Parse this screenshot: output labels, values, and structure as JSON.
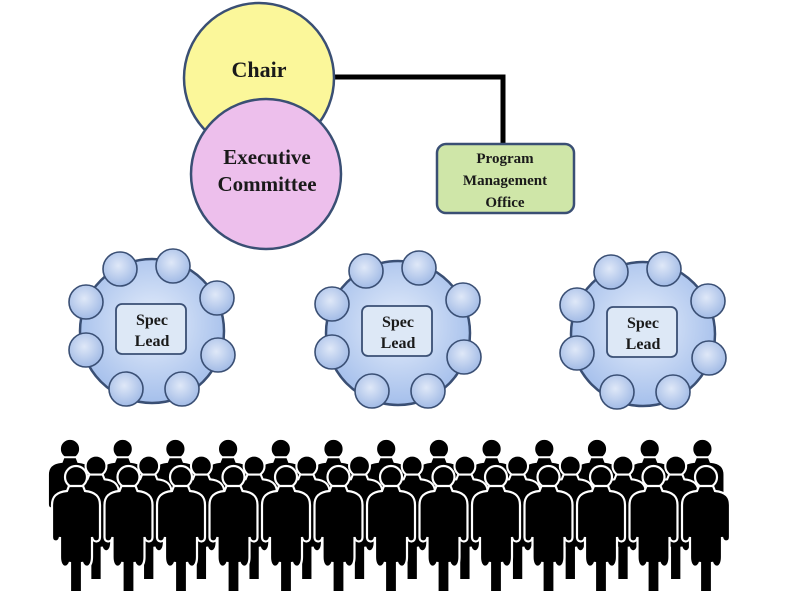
{
  "leadership": {
    "chair": "Chair",
    "executive_line1": "Executive",
    "executive_line2": "Committee",
    "pmo_line1": "Program",
    "pmo_line2": "Management",
    "pmo_line3": "Office"
  },
  "spec_groups": [
    {
      "line1": "Spec",
      "line2": "Lead"
    },
    {
      "line1": "Spec",
      "line2": "Lead"
    },
    {
      "line1": "Spec",
      "line2": "Lead"
    }
  ],
  "colors": {
    "chair_fill": "#fbf79a",
    "executive_fill": "#edbfec",
    "pmo_fill": "#cfe6a8",
    "circle_stroke": "#3a4f74",
    "table_fill": "#aec6ee",
    "seat_fill": "#b9cdef",
    "label_box_fill": "#dde8f6",
    "connector": "#000000",
    "crowd": "#000000"
  },
  "crowd": {
    "icon": "person-silhouette-icon"
  }
}
